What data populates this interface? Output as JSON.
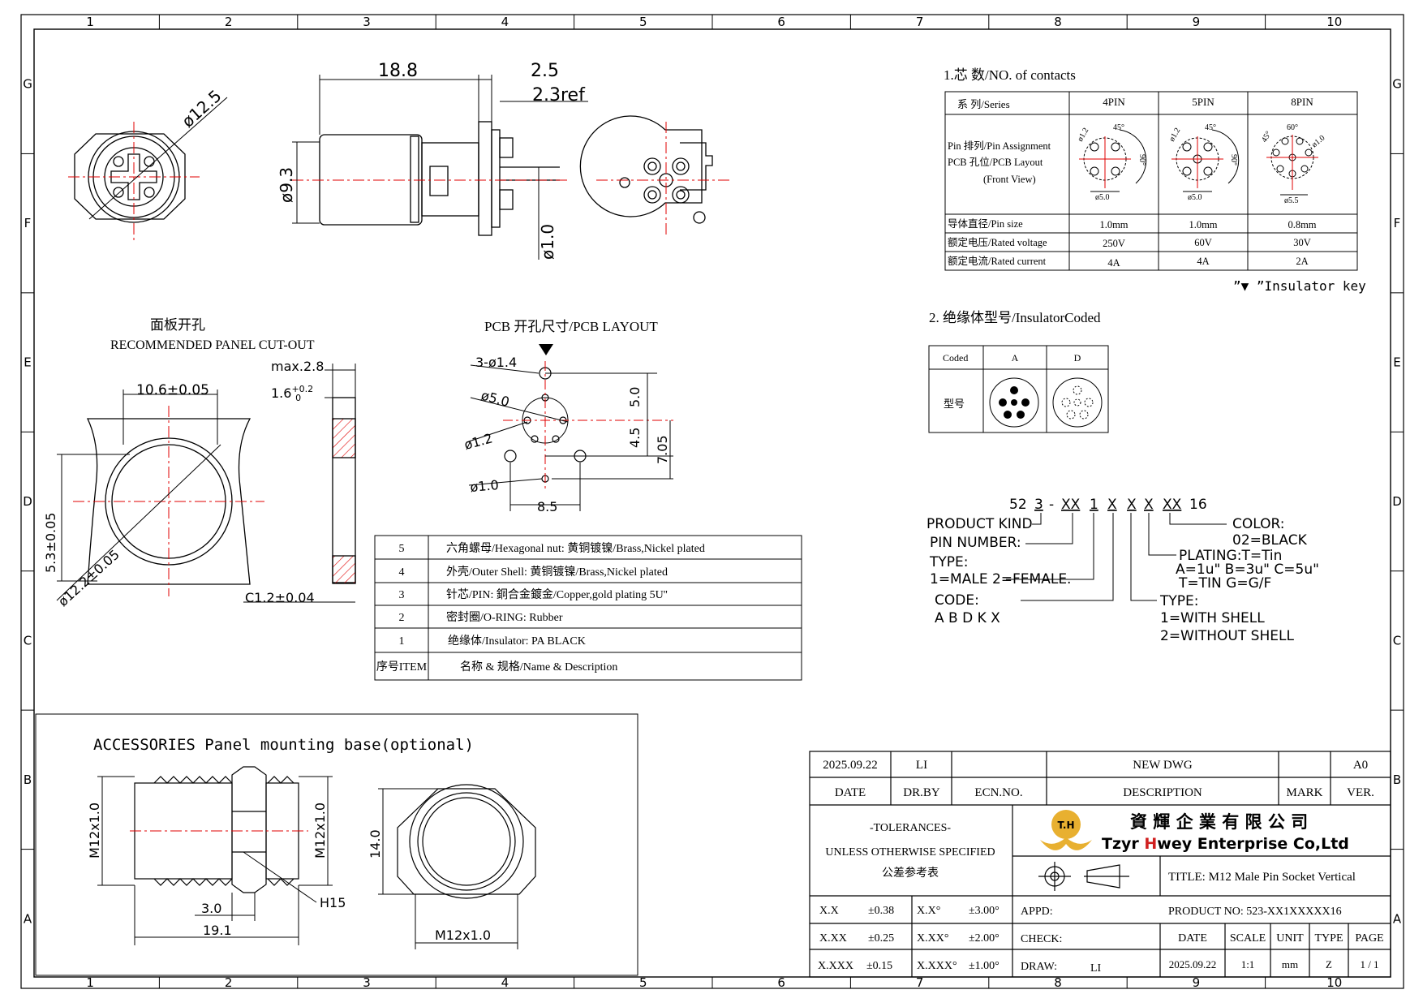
{
  "grid": {
    "cols": [
      "1",
      "2",
      "3",
      "4",
      "5",
      "6",
      "7",
      "8",
      "9",
      "10"
    ],
    "rows": [
      "G",
      "F",
      "E",
      "D",
      "C",
      "B",
      "A"
    ]
  },
  "views": {
    "side_dims": {
      "length": "18.8",
      "flange": "2.5",
      "ref": "2.3ref",
      "dia": "ø9.3",
      "pin": "ø1.0"
    },
    "front_dims": {
      "dia": "ø12.5"
    },
    "panel": {
      "title_cn": "面板开孔",
      "title_en": "RECOMMENDED PANEL CUT-OUT",
      "w": "10.6±0.05",
      "thick": "max.2.8",
      "t_main": "1.6",
      "t_sup": "+0.2",
      "t_sub": "0",
      "h": "5.3±0.05",
      "dia": "ø12.2±0.05",
      "chamfer": "C1.2±0.04"
    },
    "pcb": {
      "title": "PCB 开孔尺寸/PCB LAYOUT",
      "holes": "3-ø1.4",
      "circle": "ø5.0",
      "pad": "ø1.2",
      "small": "ø1.0",
      "d1": "5.0",
      "d2": "4.5",
      "d3": "7.05",
      "d4": "8.5"
    },
    "accessories": {
      "title": "ACCESSORIES Panel mounting base(optional)",
      "thread_l": "M12x1.0",
      "thread_r": "M12x1.0",
      "hex": "H15",
      "d1": "3.0",
      "d2": "19.1",
      "h": "14.0",
      "bottom": "M12x1.0"
    }
  },
  "contacts": {
    "title": "1.芯 数/NO. of contacts",
    "series_label": "系 列/Series",
    "columns": [
      "4PIN",
      "5PIN",
      "8PIN"
    ],
    "assignment_label": [
      "Pin 排列/Pin Assignment",
      "PCB 孔位/PCB Layout",
      "(Front View)"
    ],
    "rows": [
      {
        "label": "导体直径/Pin size",
        "values": [
          "1.0mm",
          "1.0mm",
          "0.8mm"
        ]
      },
      {
        "label": "额定电压/Rated voltage",
        "values": [
          "250V",
          "60V",
          "30V"
        ]
      },
      {
        "label": "额定电流/Rated current",
        "values": [
          "4A",
          "4A",
          "2A"
        ]
      }
    ],
    "pin_dims": {
      "p4": {
        "a": "ø1.2",
        "b": "45°",
        "c": "90°",
        "d": "ø5.0"
      },
      "p5": {
        "a": "ø1.2",
        "b": "45°",
        "c": "90°",
        "d": "ø5.0"
      },
      "p8": {
        "a": "45°",
        "b": "60°",
        "c": "ø1.0",
        "d": "ø5.5"
      }
    },
    "key_note": "”▼ ”Insulator key"
  },
  "insulator": {
    "title": "2. 绝缘体型号/InsulatorCoded",
    "coded": "Coded",
    "model": "型号",
    "codes": [
      "A",
      "D"
    ]
  },
  "part_code": {
    "segments": [
      "52",
      "3",
      "-",
      "XX",
      "1",
      "X",
      "X",
      "X",
      "XX",
      "16"
    ],
    "product_kind": "PRODUCT KIND",
    "pin_number": "PIN NUMBER:",
    "type_label": "TYPE:",
    "type_values": "1=MALE   2=FEMALE.",
    "code_label": "CODE:",
    "code_values": "A  B  D  K  X",
    "color_label": "COLOR:",
    "color_value": "02=BLACK",
    "plating_label": "PLATING:T=Tin",
    "plating_values": "A=1u\"  B=3u\"  C=5u\"",
    "plating_values2": "T=TIN  G=G/F",
    "type2_label": "TYPE:",
    "type2_v1": "1=WITH SHELL",
    "type2_v2": "2=WITHOUT SHELL"
  },
  "bom": [
    {
      "no": "5",
      "desc": "六角螺母/Hexagonal nut: 黄铜镀镍/Brass,Nickel plated"
    },
    {
      "no": "4",
      "desc": "外壳/Outer Shell: 黄铜镀镍/Brass,Nickel plated"
    },
    {
      "no": "3",
      "desc": "针芯/PIN: 銅合金鍍金/Copper,gold plating 5U''"
    },
    {
      "no": "2",
      "desc": "密封圈/O-RING: Rubber"
    },
    {
      "no": "1",
      "desc": "绝缘体/Insulator: PA BLACK"
    }
  ],
  "bom_header": {
    "no": "序号ITEM",
    "desc": "名称 & 规格/Name & Description"
  },
  "titleblock": {
    "rev_date": "2025.09.22",
    "rev_by": "LI",
    "rev_desc": "NEW DWG",
    "rev_ver": "A0",
    "h_date": "DATE",
    "h_drby": "DR.BY",
    "h_ecn": "ECN.NO.",
    "h_desc": "DESCRIPTION",
    "h_mark": "MARK",
    "h_ver": "VER.",
    "tol1": "-TOLERANCES-",
    "tol2": "UNLESS OTHERWISE SPECIFIED",
    "tol3": "公差参考表",
    "company_cn": "資 輝 企 業 有 限 公 司",
    "company_en_1": "Tzyr ",
    "company_en_h": "H",
    "company_en_2": "wey Enterprise Co,Ltd",
    "logo": "T.H",
    "title": "TITLE: M12 Male Pin Socket Vertical",
    "tol_rows": [
      {
        "a": "X.X",
        "b": "±0.38",
        "c": "X.X°",
        "d": "±3.00°"
      },
      {
        "a": "X.XX",
        "b": "±0.25",
        "c": "X.XX°",
        "d": "±2.00°"
      },
      {
        "a": "X.XXX",
        "b": "±0.15",
        "c": "X.XXX°",
        "d": "±1.00°"
      }
    ],
    "appd": "APPD:",
    "check": "CHECK:",
    "draw": "DRAW:",
    "drawer": "LI",
    "product_no": "PRODUCT NO: 523-XX1XXXXX16",
    "h2": [
      "DATE",
      "SCALE",
      "UNIT",
      "TYPE",
      "PAGE"
    ],
    "v2": [
      "2025.09.22",
      "1:1",
      "mm",
      "Z",
      "1 / 1"
    ]
  },
  "colors": {
    "line": "#000000",
    "center": "#e00000",
    "accent": "#e8b030",
    "logo_red": "#d02020"
  }
}
